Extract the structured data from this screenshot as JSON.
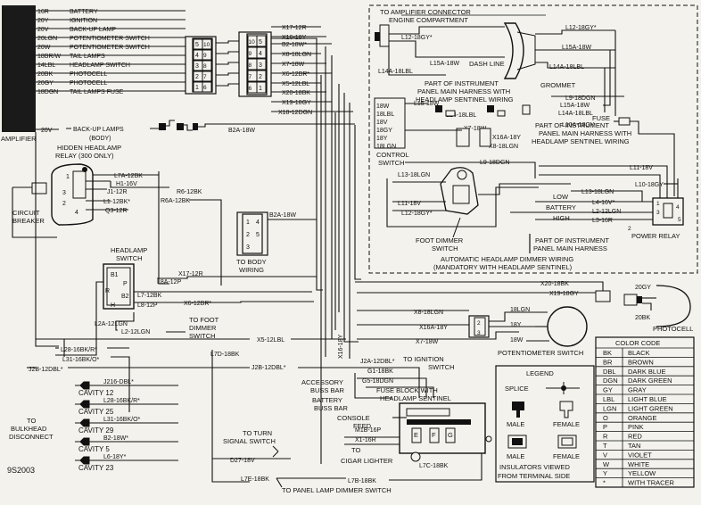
{
  "diagram_id": "9S2003",
  "amplifier": {
    "title": "AMPLIFIER",
    "wires": [
      "16R",
      "20Y",
      "20V",
      "20LGN",
      "20W",
      "18BR/W",
      "14LBL",
      "20BK",
      "20GY",
      "18DGN"
    ],
    "labels": [
      "BATTERY",
      "IGNITION",
      "BACK-UP LAMP",
      "POTENTIOMETER SWITCH",
      "POTENTIOMETER SWITCH",
      "TAIL LAMPS",
      "HEADLAMP SWITCH",
      "PHOTOCELL",
      "PHOTOCELL",
      "TAIL LAMPS FUSE"
    ]
  },
  "amp_connector": {
    "left": [
      "5",
      "4",
      "3",
      "2",
      "1"
    ],
    "right": [
      "10",
      "9",
      "8",
      "7",
      "6"
    ]
  },
  "right_connector": {
    "left": [
      "10",
      "9",
      "8",
      "7",
      "6"
    ],
    "right": [
      "5",
      "4",
      "3",
      "2",
      "1"
    ]
  },
  "right_wires": [
    "X17-12R",
    "X16-18Y",
    "B2-18W*",
    "X8-18LGN",
    "X7-18W",
    "X6-12BR*",
    "X5-12LBL",
    "X20-18BK",
    "X19-18GY",
    "X18-12DGN"
  ],
  "backup": {
    "wire": "20V",
    "label": "BACK-UP LAMPS",
    "sub": "(BODY)",
    "b2a": "B2A-18W"
  },
  "relay": {
    "title": "HIDDEN HEADLAMP",
    "sub": "RELAY (300 ONLY)",
    "pins": [
      "1",
      "2",
      "3",
      "4"
    ]
  },
  "relay_wires": [
    "L7A-12BK",
    "H1-16V",
    "J1-12R",
    "L1-12BK*",
    "Q3-12R",
    "R6-12BK",
    "R6A-12BK"
  ],
  "breaker": {
    "label": "CIRCUIT",
    "label2": "BREAKER"
  },
  "headlamp_switch": {
    "title": "HEADLAMP",
    "title2": "SWITCH",
    "pins": [
      "B1",
      "P",
      "R",
      "B2",
      "H"
    ]
  },
  "body_wiring": {
    "label": "TO BODY",
    "label2": "WIRING",
    "pins": [
      "1",
      "4",
      "2",
      "5",
      "3"
    ],
    "wire": "B2A-18W"
  },
  "hs_wires": [
    "L8A-12P",
    "L7-12BK",
    "L8-12P",
    "L2A-12LGN",
    "L2-12LGN",
    "X6-12BR*",
    "X17-12R"
  ],
  "foot_dimmer_lbl": {
    "a": "TO FOOT",
    "b": "DIMMER",
    "c": "SWITCH"
  },
  "left_wires": [
    "L28-16BK/R*",
    "L31-16BK/O*",
    "J2B-12DBL*",
    "J2B-12DBL*",
    "L7D-18BK",
    "X5-12LBL"
  ],
  "bulkhead": {
    "label": [
      "TO",
      "BULKHEAD",
      "DISCONNECT"
    ],
    "wires": [
      "J216-DBL*",
      "L28-16BK/R*",
      "L31-16BK/O*",
      "B2-18W*",
      "L6-18Y*"
    ],
    "cavities": [
      "CAVITY 12",
      "CAVITY 25",
      "CAVITY 29",
      "CAVITY 5",
      "CAVITY 23"
    ]
  },
  "turn_signal": {
    "a": "TO TURN",
    "b": "SIGNAL SWITCH",
    "wire": "D27-18V"
  },
  "panel_dimmer": {
    "w1": "L7E-18BK",
    "w2": "L7B-18BK",
    "label": "TO PANEL LAMP DIMMER SWITCH"
  },
  "auto_box": {
    "amp_conn": "TO AMPLIFIER CONNECTOR",
    "engine": "ENGINE COMPARTMENT",
    "dash": "DASH LINE",
    "grommet": "GROMMET",
    "wires": [
      "L12-18GY*",
      "L12-18GY*",
      "L14A-18LBL",
      "L15A-18W",
      "L15A-18W",
      "L14A-18LBL",
      "L9-18DGN",
      "L15A-18W",
      "L14A-18LBL",
      "L10A-18GY",
      "L11-18V",
      "L10-18GY",
      "L13-18LGN",
      "L4-16V*",
      "L2-12LGN",
      "L3-16R",
      "L15-18W",
      "L14-18LBL",
      "X7-18W",
      "X16A-18Y",
      "X8-18LGN",
      "L9-18DGN",
      "L13-18LGN",
      "L11-18V",
      "L12-18GY*"
    ],
    "harness1": [
      "PART OF INSTRUMENT",
      "PANEL MAIN HARNESS WITH",
      "HEADLAMP SENTINEL WIRING"
    ],
    "harness2": [
      "PART OF INSTRUMENT",
      "PANEL MAIN HARNESS WITH",
      "HEADLAMP SENTINEL WIRING"
    ],
    "harness3": [
      "PART OF INSTRUMENT",
      "PANEL MAIN HARNESS"
    ],
    "control": [
      "CONTROL",
      "SWITCH"
    ],
    "control_wires": [
      "18W",
      "18LBL",
      "18V",
      "18GY",
      "18Y",
      "18LGN"
    ],
    "fuse": "FUSE",
    "low": "LOW",
    "battery": "BATTERY",
    "high": "HIGH",
    "power_relay": "POWER RELAY",
    "foot": [
      "FOOT DIMMER",
      "SWITCH"
    ],
    "caption": [
      "AUTOMATIC HEADLAMP DIMMER WIRING",
      "(MANDATORY WITH HEADLAMP SENTINEL)"
    ],
    "relay_pins": [
      "1",
      "2",
      "3",
      "4",
      "5"
    ]
  },
  "photocell": {
    "label": "PHOTOCELL",
    "wires": [
      "X20-18BK",
      "X19-18GY"
    ],
    "a": "20GY",
    "b": "20BK"
  },
  "pot_switch": {
    "label": "POTENTIOMETER SWITCH",
    "wires": [
      "X8-18LGN",
      "X16A-18Y",
      "X7-18W"
    ],
    "a": "18LGN",
    "b": "18Y",
    "c": "18W",
    "pins": [
      "2",
      "1",
      "3"
    ]
  },
  "ignition": {
    "label": [
      "TO IGNITION",
      "SWITCH"
    ],
    "x16": "X16-18Y"
  },
  "fuse_block": {
    "title": [
      "FUSE BLOCK WITH",
      "HEADLAMP SENTINEL"
    ],
    "wires": [
      "J2A-12DBL*",
      "G1-18BK",
      "G5-18DGN",
      "M1B-16P",
      "X1-16R",
      "L7C-18BK"
    ],
    "labels": [
      "ACCESSORY",
      "BUSS BAR",
      "BATTERY",
      "BUSS BAR",
      "CONSOLE",
      "FEED",
      "TO",
      "CIGAR LIGHTER"
    ],
    "letters": [
      "E",
      "F",
      "G"
    ]
  },
  "legend": {
    "title": "LEGEND",
    "splice": "SPLICE",
    "male": "MALE",
    "female": "FEMALE",
    "note": [
      "INSULATORS VIEWED",
      "FROM TERMINAL SIDE"
    ]
  },
  "color_code": {
    "title": "COLOR CODE",
    "rows": [
      [
        "BK",
        "BLACK"
      ],
      [
        "BR",
        "BROWN"
      ],
      [
        "DBL",
        "DARK BLUE"
      ],
      [
        "DGN",
        "DARK GREEN"
      ],
      [
        "GY",
        "GRAY"
      ],
      [
        "LBL",
        "LIGHT BLUE"
      ],
      [
        "LGN",
        "LIGHT GREEN"
      ],
      [
        "O",
        "ORANGE"
      ],
      [
        "P",
        "PINK"
      ],
      [
        "R",
        "RED"
      ],
      [
        "T",
        "TAN"
      ],
      [
        "V",
        "VIOLET"
      ],
      [
        "W",
        "WHITE"
      ],
      [
        "Y",
        "YELLOW"
      ],
      [
        "*",
        "WITH TRACER"
      ]
    ]
  }
}
